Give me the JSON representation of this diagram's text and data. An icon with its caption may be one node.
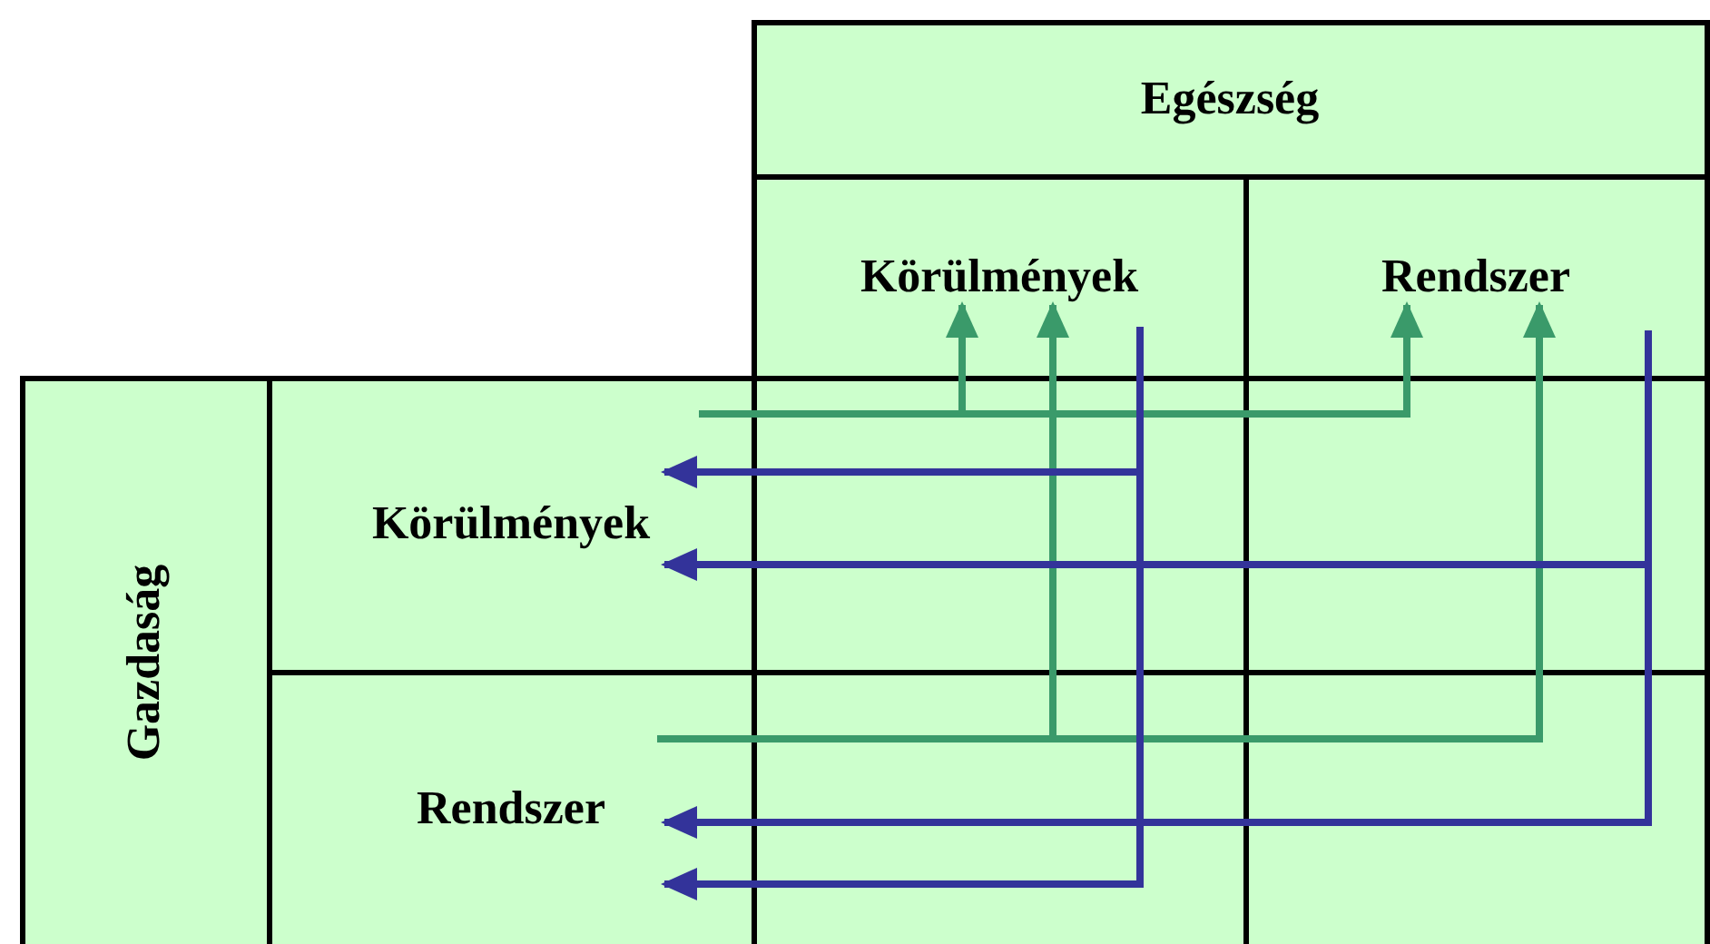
{
  "diagram": {
    "nodes": [
      {
        "text": [
          "Egészség"
        ]
      },
      {
        "text": [
          "Körülmények"
        ]
      },
      {
        "text": [
          "Rendszer"
        ]
      },
      {
        "text": [
          "Gazdaság"
        ]
      },
      {
        "text": [
          "Körülmények"
        ]
      },
      {
        "text": [
          "Rendszer"
        ]
      }
    ],
    "edges": [
      {
        "from": 4,
        "to": 1,
        "arrow": "to",
        "color": "#3a9a6a"
      },
      {
        "from": 4,
        "to": 2,
        "arrow": "to",
        "color": "#3a9a6a"
      },
      {
        "from": 5,
        "to": 1,
        "arrow": "to",
        "color": "#3a9a6a"
      },
      {
        "from": 5,
        "to": 2,
        "arrow": "to",
        "color": "#3a9a6a"
      },
      {
        "from": 1,
        "to": 4,
        "arrow": "to",
        "color": "#33339a"
      },
      {
        "from": 1,
        "to": 5,
        "arrow": "to",
        "color": "#33339a"
      },
      {
        "from": 2,
        "to": 4,
        "arrow": "to",
        "color": "#33339a"
      },
      {
        "from": 2,
        "to": 5,
        "arrow": "to",
        "color": "#33339a"
      }
    ]
  }
}
